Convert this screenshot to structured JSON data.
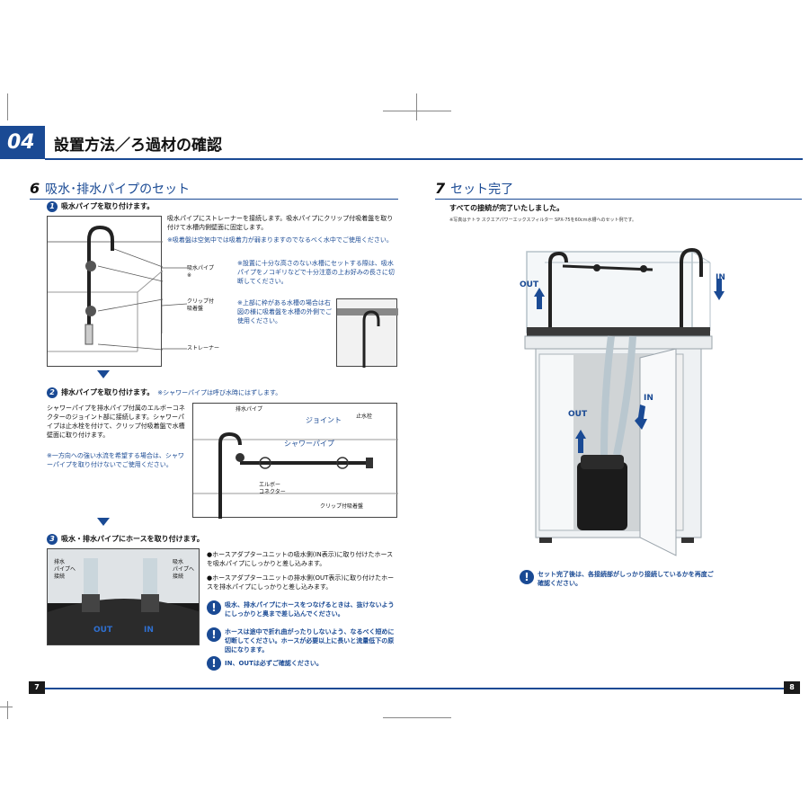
{
  "chapter": {
    "number": "04",
    "title": "設置方法／ろ過材の確認"
  },
  "section6": {
    "number": "6",
    "title": "吸水･排水パイプのセット",
    "step1": {
      "num": "1",
      "title": "吸水パイプを取り付けます。",
      "desc": "吸水パイプにストレーナーを接続します。吸水パイプにクリップ付吸着盤を取り付けて水槽内側壁面に固定します。",
      "note": "※吸着盤は空気中では吸着力が弱まりますのでなるべく水中でご使用ください。",
      "labels": {
        "intake": "吸水パイプ",
        "intake_mark": "※",
        "clip1": "クリップ付",
        "clip2": "吸着盤",
        "strainer": "ストレーナー"
      },
      "note2": "※設置に十分な高さのない水槽にセットする際は、吸水パイプをノコギリなどで十分注意の上お好みの長さに切断してください。",
      "note3": "※上部に枠がある水槽の場合は右図の様に吸着盤を水槽の外側でご使用ください。"
    },
    "step2": {
      "num": "2",
      "title": "排水パイプを取り付けます。",
      "title_note": "※シャワーパイプは呼び水時にはずします。",
      "desc": "シャワーパイプを排水パイプ付属のエルボーコネクターのジョイント部に接続します。シャワーパイプは止水栓を付けて、クリップ付吸着盤で水槽壁面に取り付けます。",
      "note": "※一方向への強い水流を希望する場合は、シャワーパイプを取り付けないでご使用ください。",
      "labels": {
        "outlet": "排水パイプ",
        "joint": "ジョイント",
        "stopper": "止水栓",
        "shower": "シャワーパイプ",
        "elbow1": "エルボー",
        "elbow2": "コネクター",
        "clip": "クリップ付吸着盤"
      }
    },
    "step3": {
      "num": "3",
      "title": "吸水・排水パイプにホースを取り付けます。",
      "photo_labels": {
        "left1": "排水",
        "left2": "パイプへ",
        "left3": "接続",
        "right1": "吸水",
        "right2": "パイプへ",
        "right3": "接続",
        "out": "OUT",
        "in": "IN"
      },
      "bullets": [
        "●ホースアダプターユニットの吸水側(IN表示)に取り付けたホースを吸水パイプにしっかりと差し込みます。",
        "●ホースアダプターユニットの排水側(OUT表示)に取り付けたホースを排水パイプにしっかりと差し込みます。"
      ],
      "warnings": [
        "吸水、排水パイプにホースをつなげるときは、抜けないようにしっかりと奥まで差し込んでください。",
        "ホースは途中で折れ曲がったりしないよう、なるべく短めに切断してください。ホースが必要以上に長いと流量低下の原因になります。",
        "IN、OUTは必ずご確認ください。"
      ]
    }
  },
  "section7": {
    "number": "7",
    "title": "セット完了",
    "subtitle": "すべての接続が完了いたしました。",
    "caption": "※写真はテトラ スクエアパワーエックスフィルター SPX-75を60cm水槽へのセット例です。",
    "labels": {
      "out_top": "OUT",
      "in_top": "IN",
      "out_mid": "OUT",
      "in_mid": "IN"
    },
    "warning": "セット完了後は、各接続部がしっかり接続しているかを再度ご確認ください。"
  },
  "pages": {
    "left": "7",
    "right": "8"
  },
  "colors": {
    "brand_blue": "#1a4a94",
    "rule_dark": "#0d2a5a"
  }
}
